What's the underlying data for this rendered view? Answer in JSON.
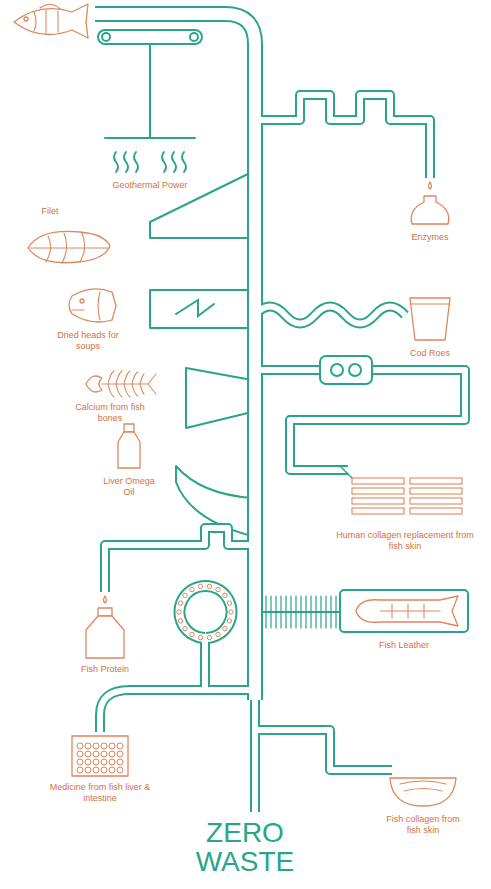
{
  "diagram": {
    "title": "ZERO WASTE",
    "labels": [
      "Geothermal Power",
      "Filet",
      "Enzymes",
      "Dried heads for soups",
      "Cod Roes",
      "Calcium from fish bones",
      "Liver Omega Oil",
      "Human collagen replacement from fish skin",
      "Fish Leather",
      "Fish Protein",
      "Medicine from fish liver & intestine",
      "Fish collagen from fish skin"
    ]
  }
}
